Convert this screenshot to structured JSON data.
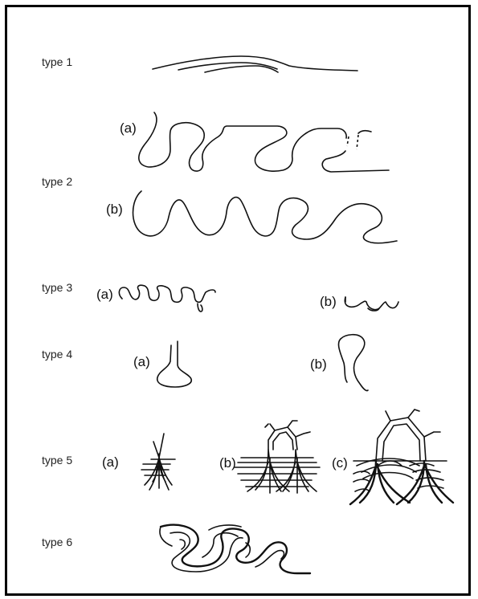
{
  "types": [
    {
      "label": "type 1",
      "parts": []
    },
    {
      "label": "type 2",
      "parts": [
        "(a)",
        "(b)"
      ]
    },
    {
      "label": "type 3",
      "parts": [
        "(a)",
        "(b)"
      ]
    },
    {
      "label": "type 4",
      "parts": [
        "(a)",
        "(b)"
      ]
    },
    {
      "label": "type 5",
      "parts": [
        "(a)",
        "(b)",
        "(c)"
      ]
    },
    {
      "label": "type 6",
      "parts": []
    }
  ],
  "colors": {
    "ink": "#111111",
    "border": "#000000",
    "background": "#ffffff"
  }
}
